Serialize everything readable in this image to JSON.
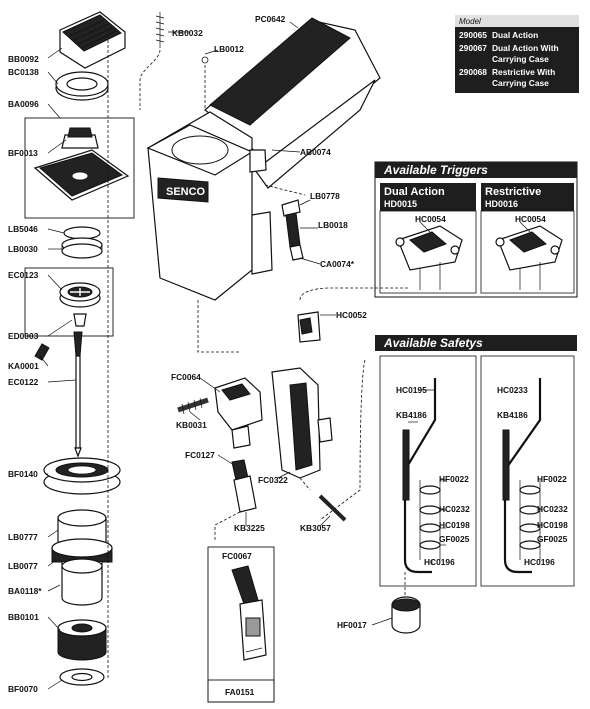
{
  "model_box": {
    "title": "Model",
    "rows": [
      {
        "code": "290065",
        "desc": "Dual Action",
        "desc2": ""
      },
      {
        "code": "290067",
        "desc": "Dual Action With",
        "desc2": "Carrying Case"
      },
      {
        "code": "290068",
        "desc": "Restrictive With",
        "desc2": "Carrying Case"
      }
    ]
  },
  "brand_logo": "SENCO",
  "sections": {
    "triggers": {
      "title": "Available Triggers",
      "dual": {
        "name": "Dual Action",
        "code": "HD0015",
        "part": "HC0054"
      },
      "restrictive": {
        "name": "Restrictive",
        "code": "HD0016",
        "part": "HC0054"
      }
    },
    "safeties": {
      "title": "Available Safetys",
      "left": {
        "top": "HC0195",
        "k": "KB4186",
        "a": "HF0022",
        "b": "HC0232",
        "c": "HC0198",
        "d": "GF0025",
        "e": "HC0196"
      },
      "right": {
        "top": "HC0233",
        "k": "KB4186",
        "a": "HF0022",
        "b": "HC0232",
        "c": "HC0198",
        "d": "GF0025",
        "e": "HC0196"
      }
    }
  },
  "labels": {
    "BB0092": "BB0092",
    "BC0138": "BC0138",
    "BA0096": "BA0096",
    "BF0013": "BF0013",
    "LB5046": "LB5046",
    "LB0030": "LB0030",
    "EC0123": "EC0123",
    "ED0003": "ED0003",
    "KA0001": "KA0001",
    "EC0122": "EC0122",
    "BF0140": "BF0140",
    "LB0777": "LB0777",
    "LB0077": "LB0077",
    "BA0118": "BA0118*",
    "BB0101": "BB0101",
    "BF0070": "BF0070",
    "KB0032": "KB0032",
    "LB0012": "LB0012",
    "PC0642": "PC0642",
    "AB0074": "AB0074",
    "LB0778": "LB0778",
    "LB0018": "LB0018",
    "CA0074": "CA0074*",
    "HC0052": "HC0052",
    "FC0064": "FC0064",
    "KB0031": "KB0031",
    "FC0127": "FC0127",
    "FC0322": "FC0322",
    "KB3225": "KB3225",
    "KB3057": "KB3057",
    "FC0067": "FC0067",
    "FA0151": "FA0151",
    "HF0017": "HF0017"
  }
}
